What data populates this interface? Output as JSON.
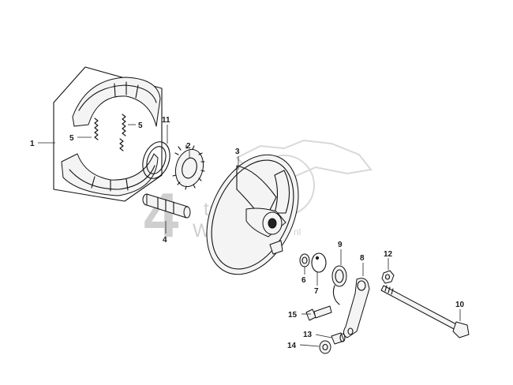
{
  "diagram": {
    "callouts": [
      {
        "id": "c1",
        "label": "1"
      },
      {
        "id": "c5a",
        "label": "5"
      },
      {
        "id": "c5b",
        "label": "5"
      },
      {
        "id": "c11",
        "label": "11"
      },
      {
        "id": "c2",
        "label": "2"
      },
      {
        "id": "c3",
        "label": "3"
      },
      {
        "id": "c4",
        "label": "4"
      },
      {
        "id": "c6",
        "label": "6"
      },
      {
        "id": "c7",
        "label": "7"
      },
      {
        "id": "c9",
        "label": "9"
      },
      {
        "id": "c8",
        "label": "8"
      },
      {
        "id": "c12",
        "label": "12"
      },
      {
        "id": "c10",
        "label": "10"
      },
      {
        "id": "c15",
        "label": "15"
      },
      {
        "id": "c13",
        "label": "13"
      },
      {
        "id": "c14",
        "label": "14"
      }
    ],
    "watermark": {
      "text_main": "4",
      "text_a": "takt",
      "text_b": "Wind",
      "text_c": "nl"
    }
  }
}
